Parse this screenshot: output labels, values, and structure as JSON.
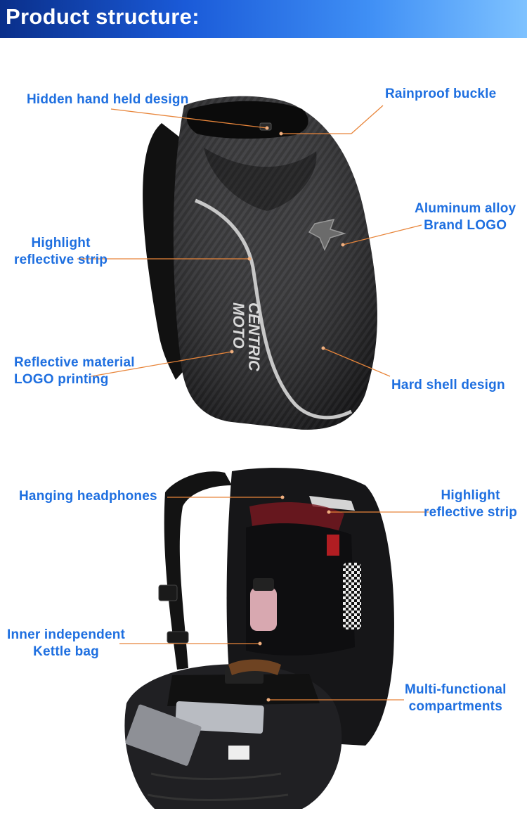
{
  "header": {
    "title": "Product structure:"
  },
  "colors": {
    "accent_blue": "#1e6fe0",
    "leader_line": "#e8853a",
    "header_start": "#0a2f8a",
    "header_end": "#7ec2ff",
    "reflective_strip": "#c8c8c8"
  },
  "top_bag": {
    "brand_lines": [
      "MOTO",
      "CENTRIC"
    ],
    "labels": {
      "hidden_hand": "Hidden hand held design",
      "rainproof": "Rainproof buckle",
      "aluminum_1": "Aluminum alloy",
      "aluminum_2": "Brand LOGO",
      "highlight_1": "Highlight",
      "highlight_2": "reflective strip",
      "reflective_material_1": "Reflective material",
      "reflective_material_2": "LOGO printing",
      "hard_shell": "Hard shell design"
    }
  },
  "bottom_bag": {
    "labels": {
      "headphones": "Hanging headphones",
      "highlight_1": "Highlight",
      "highlight_2": "reflective strip",
      "kettle_1": "Inner independent",
      "kettle_2": "Kettle bag",
      "multi_1": "Multi-functional",
      "multi_2": "compartments"
    }
  }
}
